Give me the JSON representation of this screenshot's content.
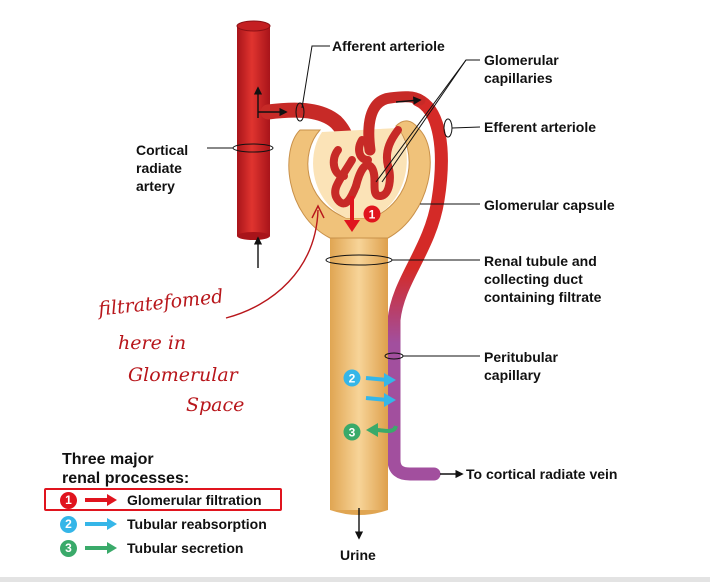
{
  "labels": {
    "afferent_arteriole": "Afferent arteriole",
    "glomerular_capillaries": "Glomerular\ncapillaries",
    "efferent_arteriole": "Efferent arteriole",
    "cortical_radiate_artery": "Cortical\nradiate\nartery",
    "glomerular_capsule": "Glomerular capsule",
    "renal_tubule": "Renal tubule and\ncollecting duct\ncontaining filtrate",
    "peritubular_capillary": "Peritubular\ncapillary",
    "to_cortical_radiate_vein": "To cortical radiate vein",
    "urine": "Urine"
  },
  "handwritten_note": [
    "filtratefomed",
    "here in",
    "Glomerular",
    "Space"
  ],
  "legend": {
    "title": "Three major\nrenal processes:",
    "items": [
      {
        "number": "1",
        "label": "Glomerular filtration",
        "color": "#e0141e"
      },
      {
        "number": "2",
        "label": "Tubular reabsorption",
        "color": "#35b6e8"
      },
      {
        "number": "3",
        "label": "Tubular secretion",
        "color": "#3aaa6a"
      }
    ]
  },
  "colors": {
    "artery_red": "#d42a27",
    "tubule_tan": "#f0c27a",
    "capillary_purple": "#a24f9e",
    "annotation_red": "#b8161b"
  }
}
